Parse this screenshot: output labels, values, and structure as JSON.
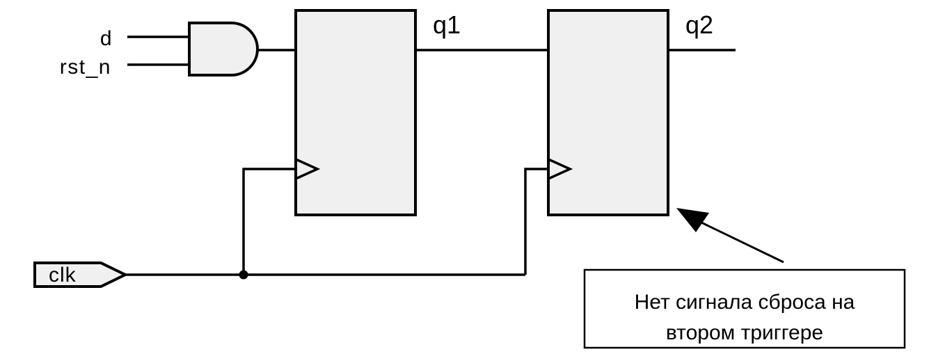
{
  "diagram": {
    "type": "digital-logic-schematic",
    "background_color": "#ffffff",
    "stroke_color": "#000000",
    "component_fill_color": "#f0f0f0",
    "labels": {
      "input_d": "d",
      "input_rst_n": "rst_n",
      "clock_port": "clk",
      "net_q1": "q1",
      "net_q2": "q2"
    },
    "components": {
      "and_gate": "2-input AND gate combining d and rst_n",
      "flip_flop_1": "edge-triggered flip-flop 1 (output q1)",
      "flip_flop_2": "edge-triggered flip-flop 2 (output q2)"
    },
    "annotation": {
      "line1": "Нет сигнала сброса на",
      "line2": "втором триггере"
    }
  }
}
